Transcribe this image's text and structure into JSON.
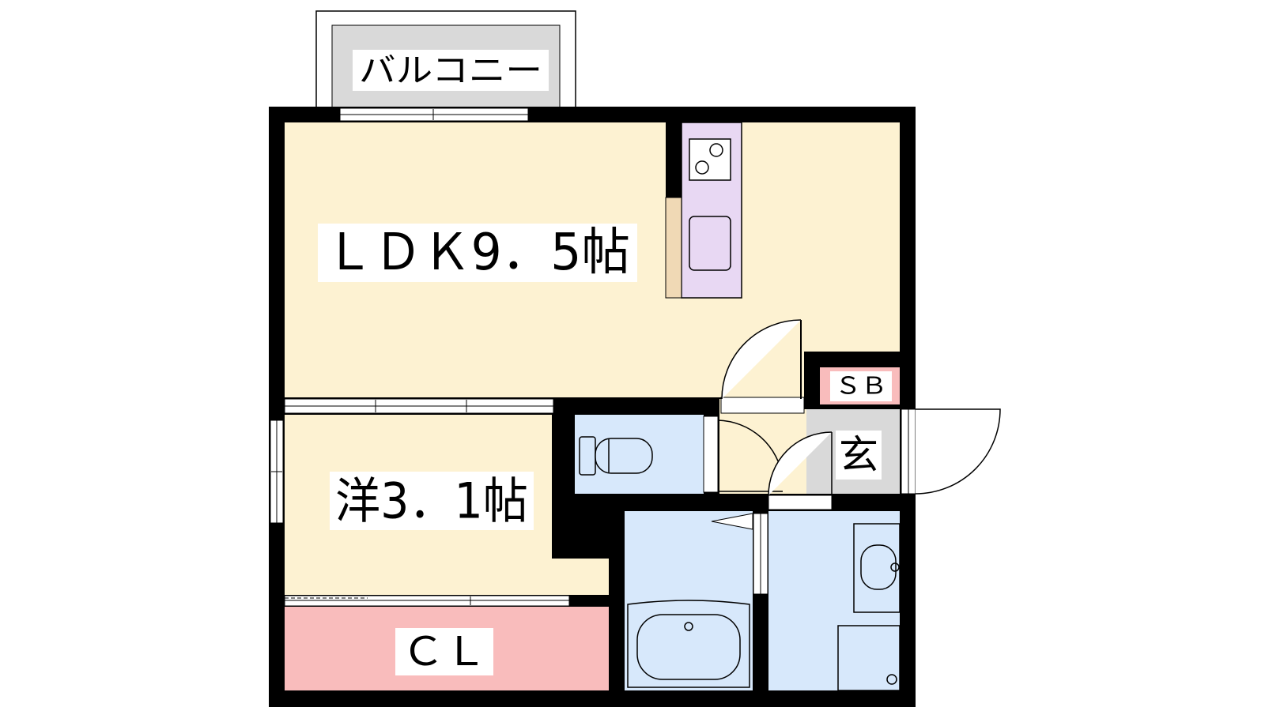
{
  "floorplan": {
    "balcony_label": "バルコニー",
    "ldk_label": "ＬＤＫ9．5帖",
    "western_room_label": "洋3．1帖",
    "closet_label": "ＣＬ",
    "shoebox_label": "ＳＢ",
    "entrance_label": "玄"
  },
  "colors": {
    "wall": "#000000",
    "ldk_floor": "#fdf2d2",
    "closet_floor": "#f9bcbc",
    "shoebox_floor": "#f9bcbc",
    "wet_area_floor": "#d7e8fb",
    "kitchen_counter": "#e8d8f3",
    "balcony_floor": "#d9d9d9",
    "entrance_floor": "#d9d9d9",
    "label_background": "#ffffff"
  }
}
